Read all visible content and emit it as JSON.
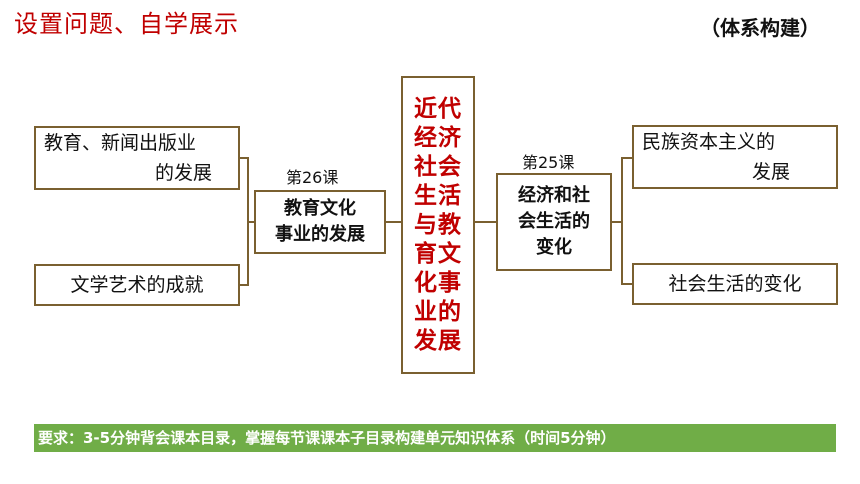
{
  "header": {
    "title": "设置问题、自学展示",
    "subtitle": "（体系构建）"
  },
  "center": {
    "text": "近代经济社会生活与教育文化事业的发展"
  },
  "left": {
    "lesson": "第26课",
    "title_line1": "教育文化",
    "title_line2": "事业的发展",
    "items": [
      {
        "line1": "教育、新闻出版业",
        "line2": "的发展"
      },
      {
        "line1": "文学艺术的成就"
      }
    ]
  },
  "right": {
    "lesson": "第25课",
    "title_line1": "经济和社",
    "title_line2": "会生活的",
    "title_line3": "变化",
    "items": [
      {
        "line1": "民族资本主义的",
        "line2": "发展"
      },
      {
        "line1": "社会生活的变化"
      }
    ]
  },
  "requirement": {
    "text": "要求：3-5分钟背会课本目录，掌握每节课课本子目录构建单元知识体系（时间5分钟）"
  },
  "colors": {
    "title": "#c00000",
    "box_border": "#7a6030",
    "banner": "#70ad47"
  }
}
